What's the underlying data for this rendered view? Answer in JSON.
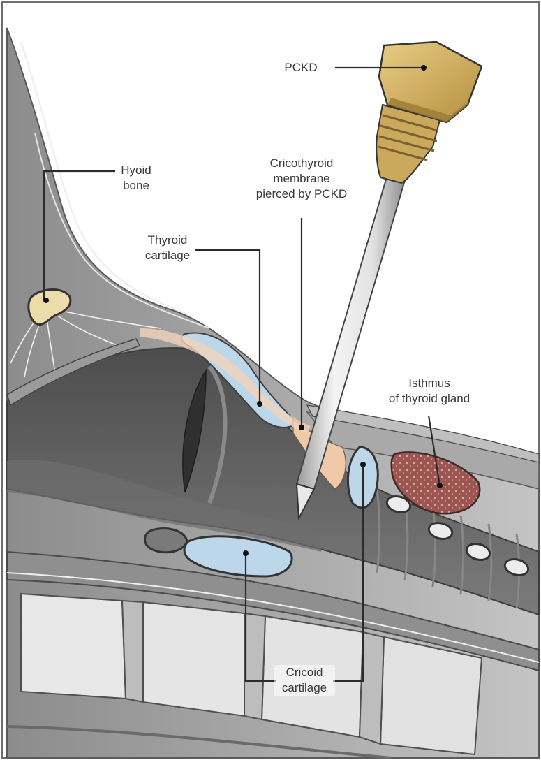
{
  "labels": {
    "pckd": "PCKD",
    "hyoid_line1": "Hyoid",
    "hyoid_line2": "bone",
    "crico_line1": "Cricothyroid",
    "crico_line2": "membrane",
    "crico_line3": "pierced by PCKD",
    "thyroid_line1": "Thyroid",
    "thyroid_line2": "cartilage",
    "isthmus_line1": "Isthmus",
    "isthmus_line2": "of thyroid gland",
    "cricoid_line1": "Cricoid",
    "cricoid_line2": "cartilage"
  },
  "colors": {
    "background": "#ffffff",
    "border": "#6e6e6e",
    "tissue_gray": "#b9b9b9",
    "airway_dark": "#5f5f5f",
    "cartilage_blue": "#bcd6ea",
    "bone_yellow": "#ecdcaa",
    "device_gold": "#c9a85a",
    "tube_white": "#ececec",
    "thyroid_red": "#a25c57",
    "vertebra": "#e7e7e7"
  }
}
